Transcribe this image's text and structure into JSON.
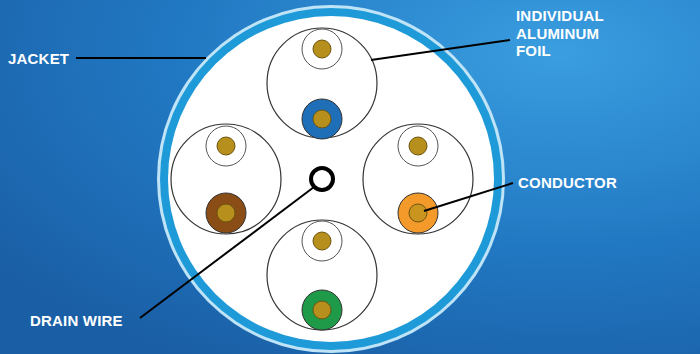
{
  "diagram": {
    "labels": [
      "JACKET",
      "INDIVIDUAL ALUMINUM FOIL",
      "CONDUCTOR",
      "DRAIN WIRE"
    ]
  }
}
